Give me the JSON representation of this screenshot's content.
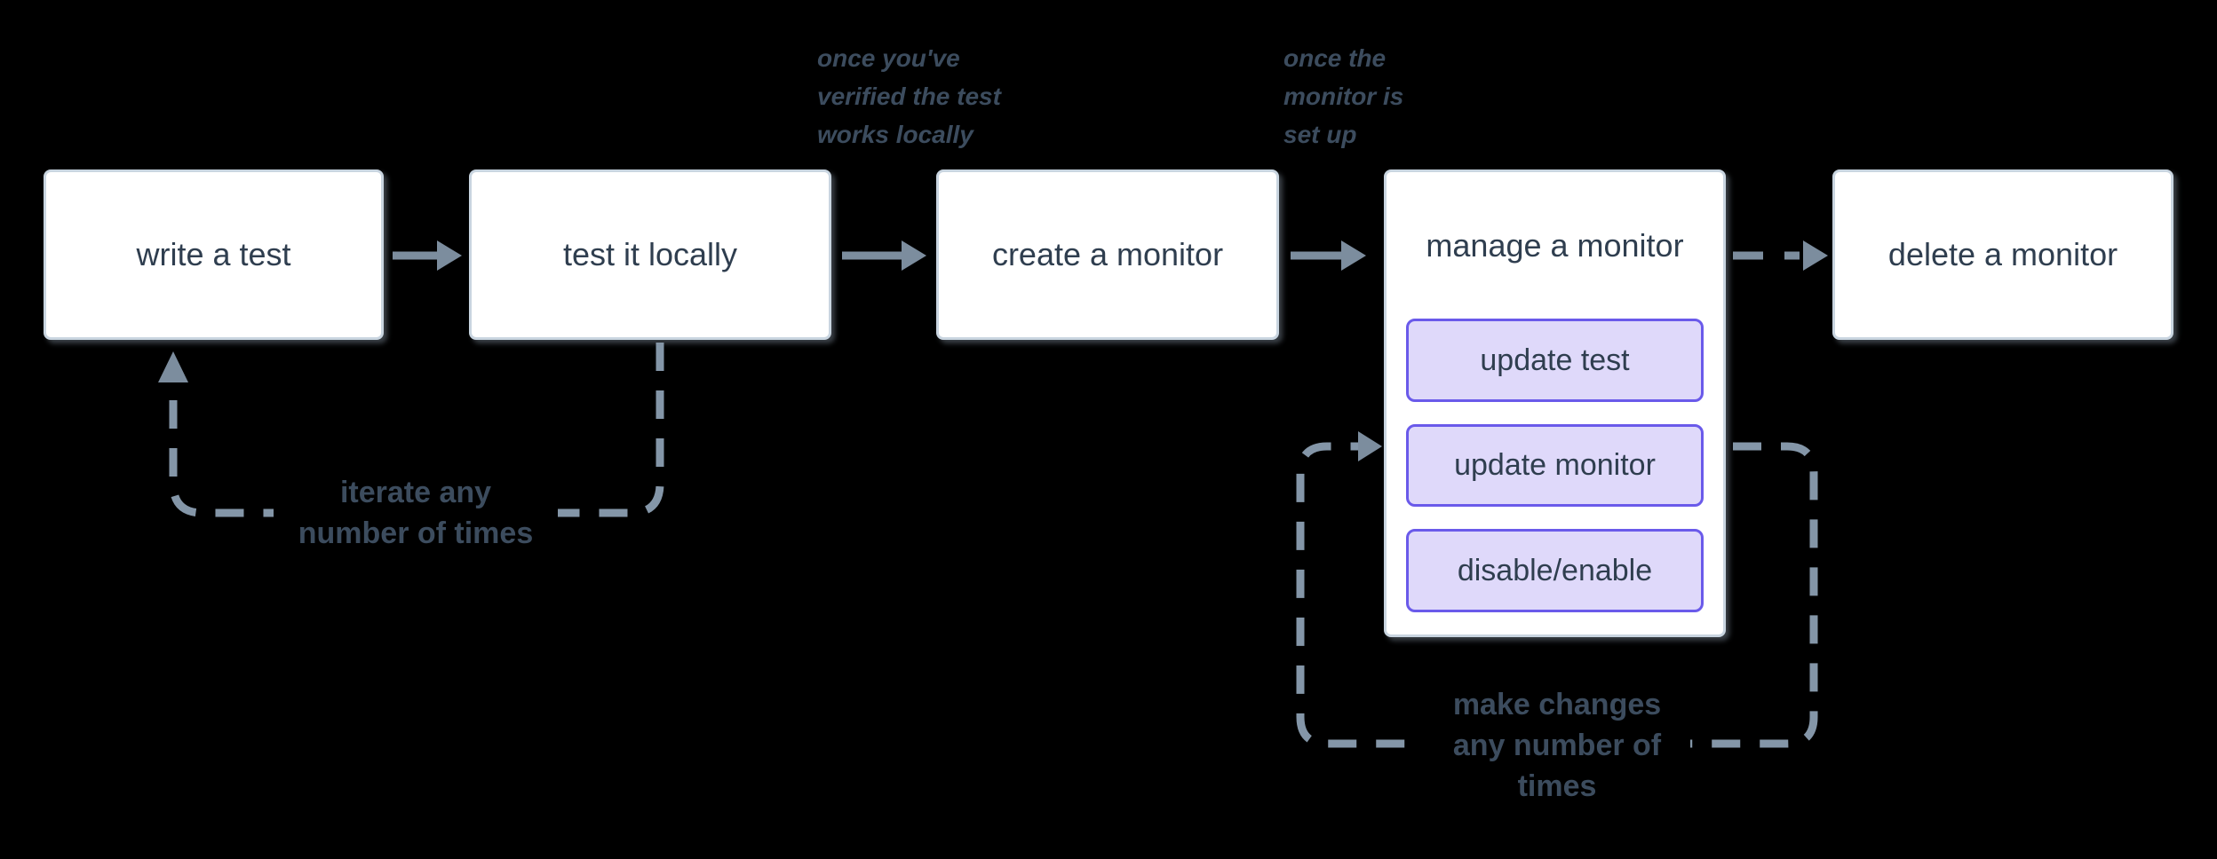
{
  "flow": {
    "nodes": [
      {
        "id": "write-test",
        "label": "write a test"
      },
      {
        "id": "test-locally",
        "label": "test it locally"
      },
      {
        "id": "create-monitor",
        "label": "create a monitor"
      },
      {
        "id": "manage-monitor",
        "label": "manage a monitor",
        "actions": [
          "update test",
          "update monitor",
          "disable/enable"
        ]
      },
      {
        "id": "delete-monitor",
        "label": "delete a monitor"
      }
    ],
    "annotations": [
      {
        "lines": [
          "once you've",
          "verified the test",
          "works locally"
        ]
      },
      {
        "lines": [
          "once the",
          "monitor is",
          "set up"
        ]
      }
    ],
    "loops": [
      {
        "lines": [
          "iterate any",
          "number of times"
        ]
      },
      {
        "lines": [
          "make changes",
          "any number of",
          "times"
        ]
      }
    ]
  },
  "colors": {
    "background": "#000000",
    "node_fill": "#ffffff",
    "node_border": "#c9d5e0",
    "node_text": "#2f3e4f",
    "arrow": "#7c8d9e",
    "dashed_loop": "#8496a8",
    "loop_label_text": "#3c4c5e",
    "annotation_text": "#3c4c5e",
    "button_fill": "#dfd9fa",
    "button_border": "#6a5aea"
  }
}
